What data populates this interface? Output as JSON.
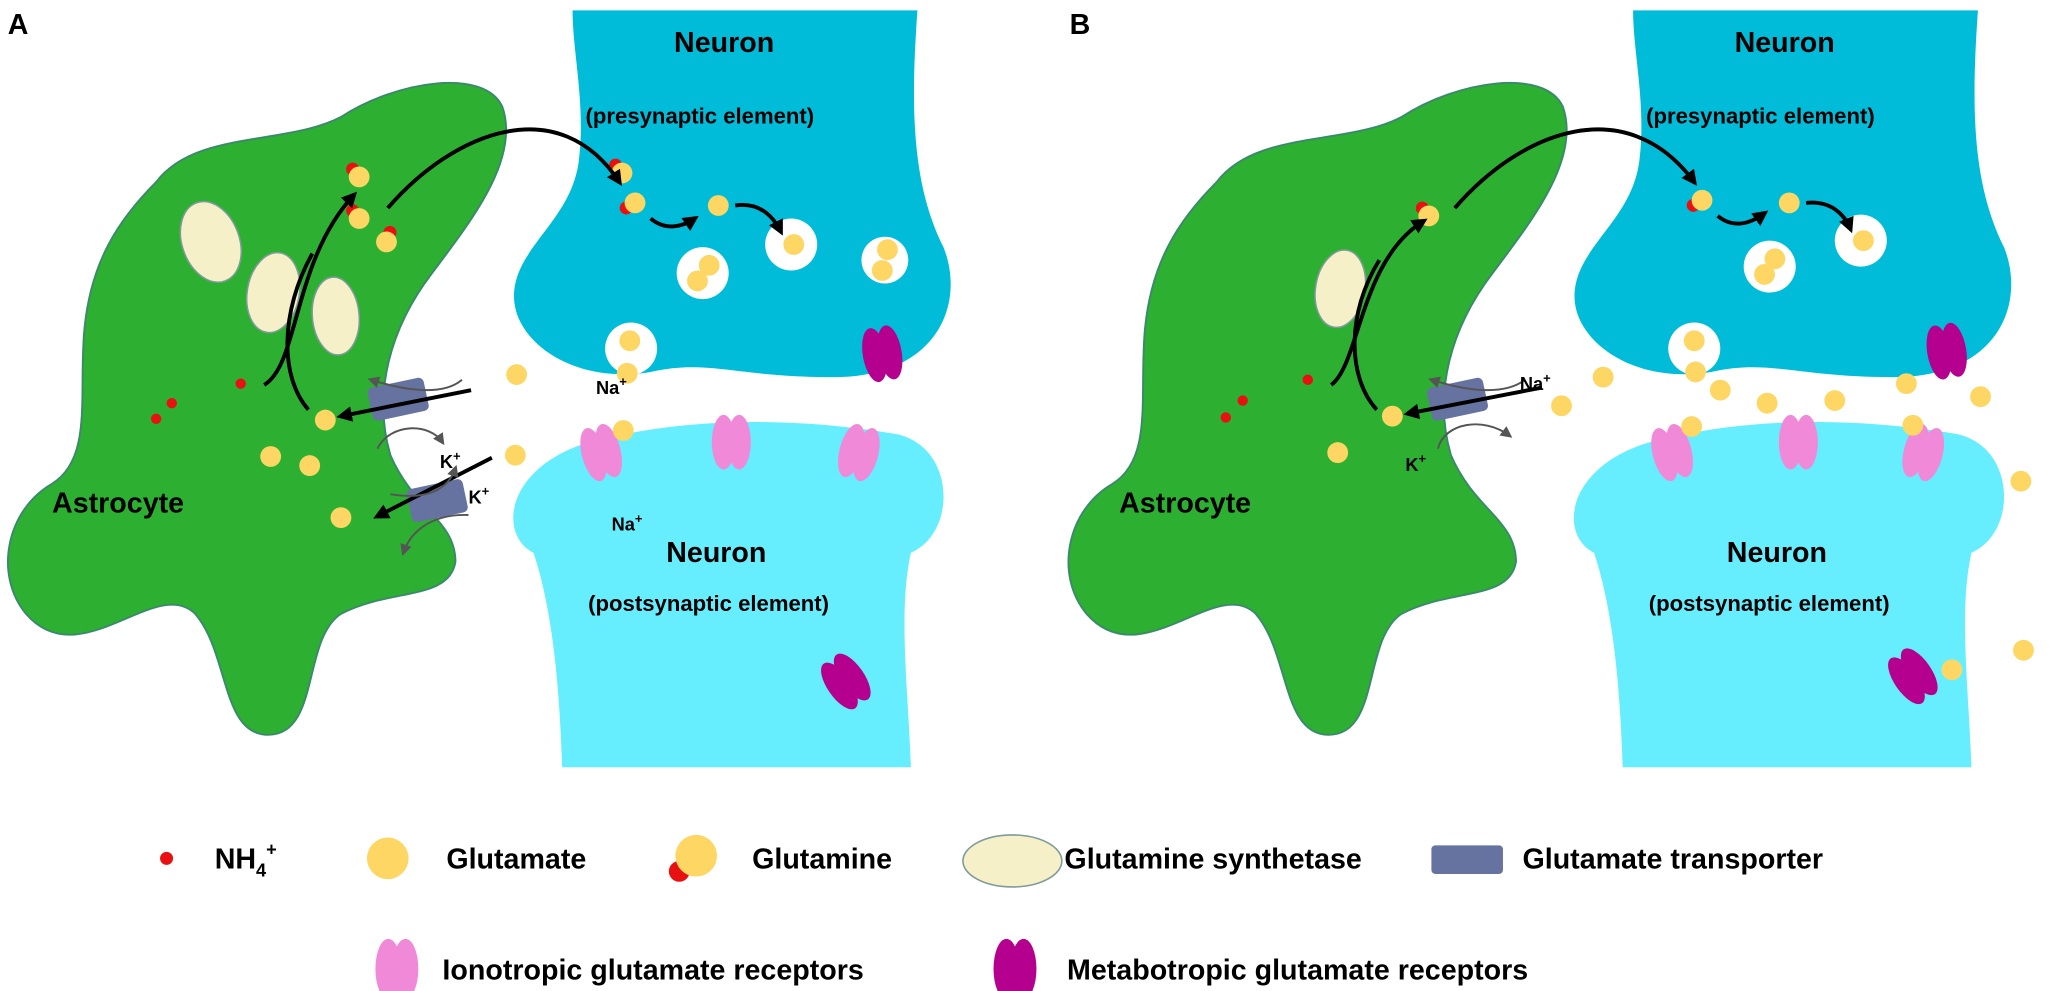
{
  "panels": {
    "a": {
      "label": "A",
      "astrocyte": "Astrocyte",
      "pre_title": "Neuron",
      "pre_sub": "(presynaptic element)",
      "post_title": "Neuron",
      "post_sub": "(postsynaptic element)",
      "na": {
        "base": "Na",
        "sup": "+"
      },
      "k": {
        "base": "K",
        "sup": "+"
      }
    },
    "b": {
      "label": "B",
      "astrocyte": "Astrocyte",
      "pre_title": "Neuron",
      "pre_sub": "(presynaptic element)",
      "post_title": "Neuron",
      "post_sub": "(postsynaptic element)",
      "na": {
        "base": "Na",
        "sup": "+"
      },
      "k": {
        "base": "K",
        "sup": "+"
      }
    }
  },
  "legend": {
    "nh4": {
      "base": "NH",
      "sub": "4",
      "sup": "+"
    },
    "glutamate": "Glutamate",
    "glutamine": "Glutamine",
    "synthetase": "Glutamine synthetase",
    "transporter": "Glutamate transporter",
    "ionotropic": "Ionotropic glutamate receptors",
    "metabotropic": "Metabotropic glutamate receptors"
  },
  "colors": {
    "astrocyte": "#2db032",
    "presynaptic": "#00bcd8",
    "postsynaptic": "#66eeff",
    "glutamate": "#fdd663",
    "nh4": "#e81010",
    "synthetase": "#f6f0c8",
    "transporter": "#6673a0",
    "ionotropic": "#f08ad8",
    "metabotropic": "#b5008f"
  }
}
